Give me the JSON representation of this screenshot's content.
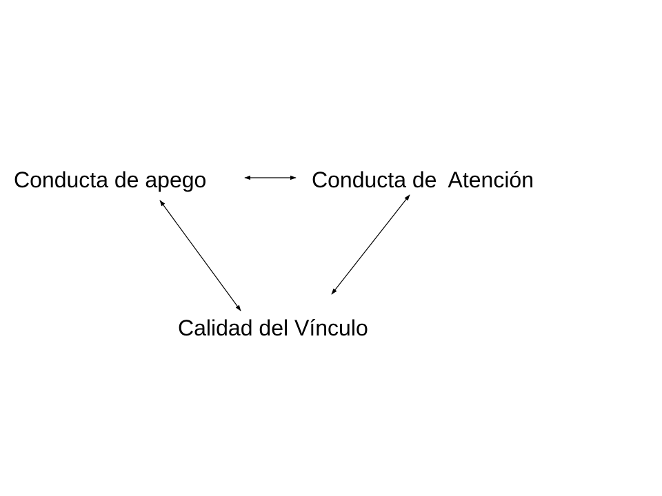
{
  "diagram": {
    "nodes": {
      "attachment": {
        "label": "Conducta de apego"
      },
      "attention": {
        "label": "Conducta de  Atención"
      },
      "bond": {
        "label": "Calidad del Vínculo"
      }
    },
    "edges": [
      {
        "from": "attachment",
        "to": "attention",
        "direction": "both"
      },
      {
        "from": "attachment",
        "to": "bond",
        "direction": "both"
      },
      {
        "from": "attention",
        "to": "bond",
        "direction": "both"
      }
    ],
    "colors": {
      "text": "#000000",
      "arrow": "#000000",
      "background": "#ffffff"
    }
  }
}
